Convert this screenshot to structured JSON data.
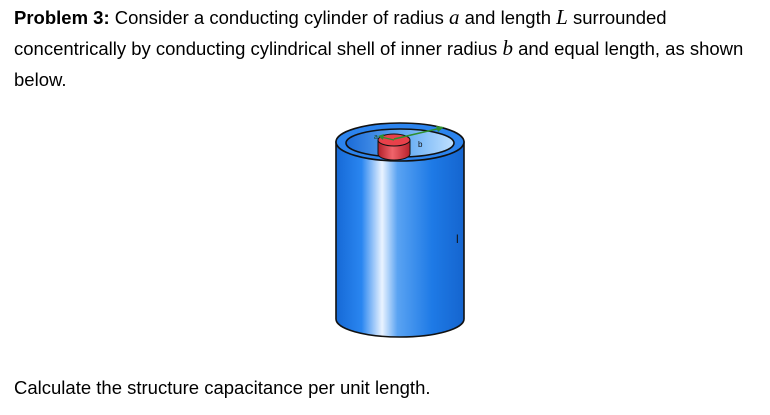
{
  "problem": {
    "label": "Problem 3:",
    "segments": [
      {
        "type": "text",
        "value": " Consider a conducting cylinder of radius "
      },
      {
        "type": "math",
        "value": "a"
      },
      {
        "type": "text",
        "value": " and length "
      },
      {
        "type": "math",
        "value": "L"
      },
      {
        "type": "text",
        "value": " surrounded concentrically by conducting cylindrical shell of inner radius "
      },
      {
        "type": "math",
        "value": "b"
      },
      {
        "type": "text",
        "value": " and equal length, as shown below."
      }
    ]
  },
  "figure": {
    "labels": {
      "inner_radius": "a",
      "outer_radius": "b",
      "length": "l"
    },
    "colors": {
      "shell": "#1e7ae6",
      "shell_highlight": "#dbe9ff",
      "inner_cylinder": "#d9313a",
      "arrow": "#2f8f2f"
    }
  },
  "question": "Calculate the structure capacitance per unit length."
}
